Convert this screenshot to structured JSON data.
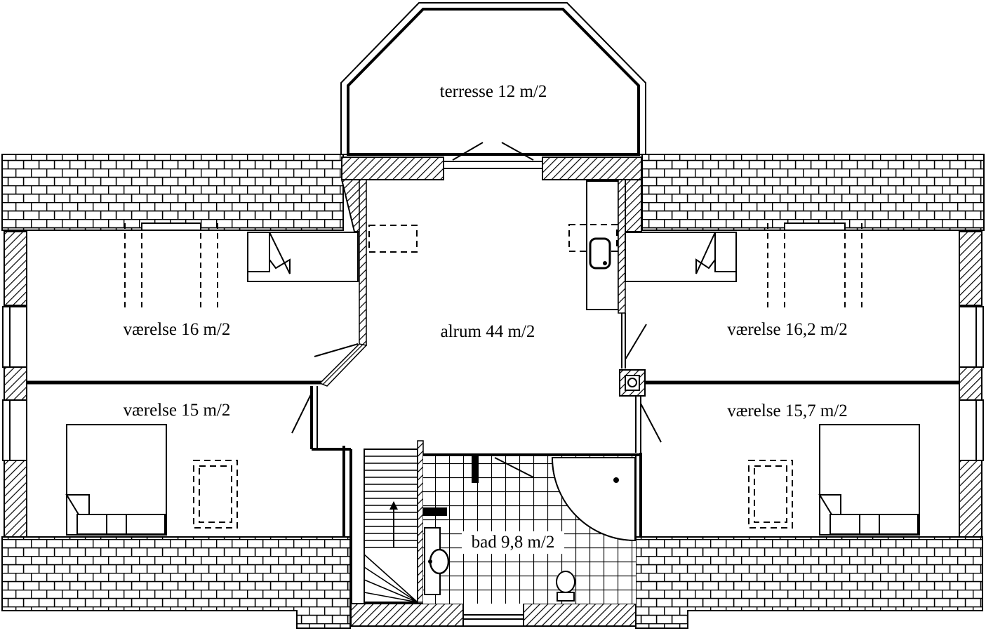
{
  "rooms": {
    "terrace": "terresse 12 m/2",
    "sunroom": "alrum 44 m/2",
    "room_nw": "værelse 16 m/2",
    "room_sw": "værelse 15 m/2",
    "room_ne": "værelse 16,2 m/2",
    "room_se": "værelse 15,7 m/2",
    "bath": "bad 9,8 m/2"
  }
}
